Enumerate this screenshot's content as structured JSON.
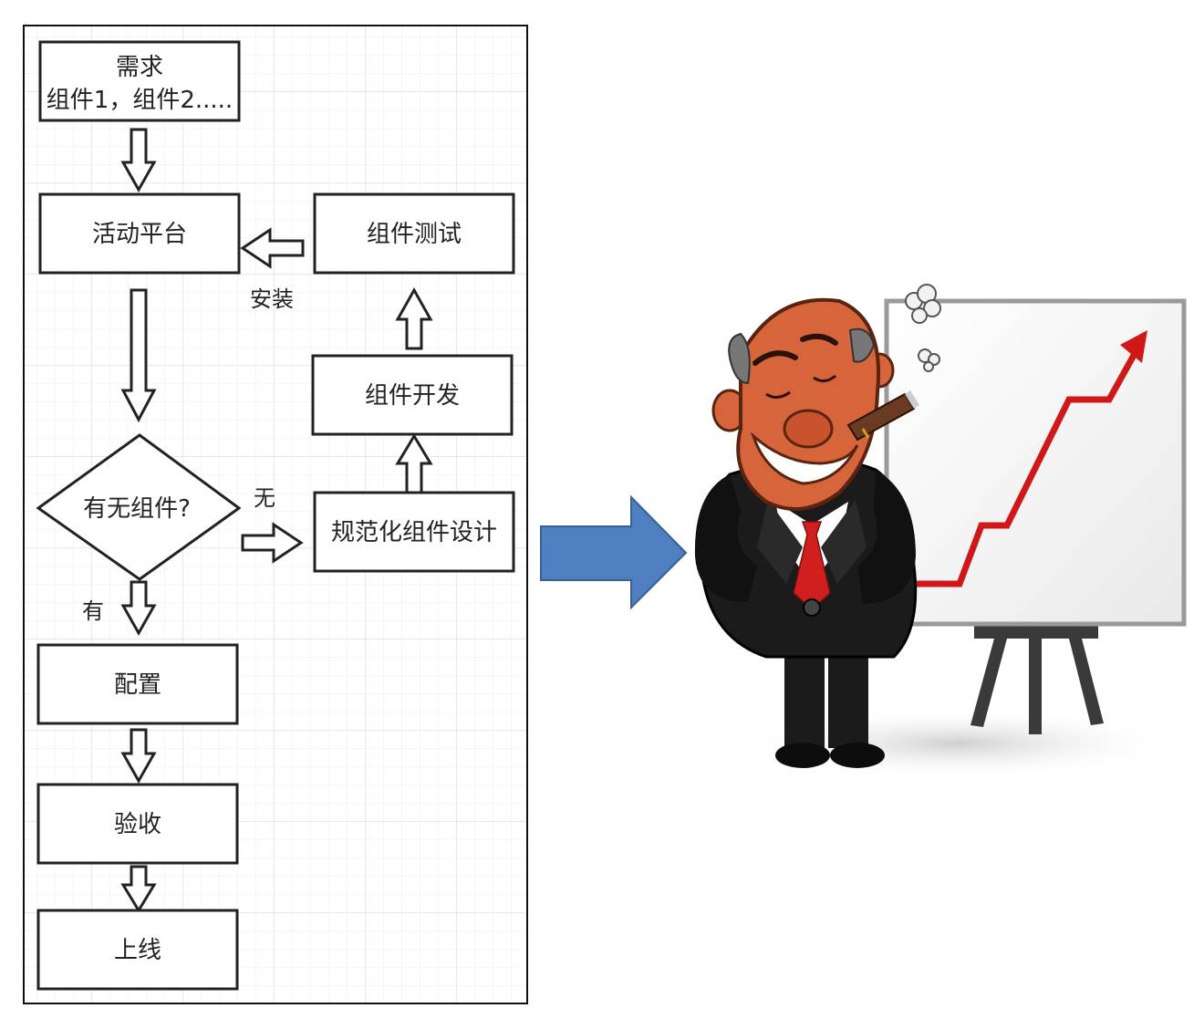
{
  "flowchart": {
    "nodes": {
      "requirements": {
        "lines": [
          "需求",
          "组件1，组件2....."
        ]
      },
      "activity_platform": {
        "label": "活动平台"
      },
      "component_test": {
        "label": "组件测试"
      },
      "component_dev": {
        "label": "组件开发"
      },
      "has_component": {
        "label": "有无组件?"
      },
      "standard_design": {
        "label": "规范化组件设计"
      },
      "configure": {
        "label": "配置"
      },
      "acceptance": {
        "label": "验收"
      },
      "go_live": {
        "label": "上线"
      }
    },
    "edge_labels": {
      "install": "安装",
      "none": "无",
      "has": "有"
    }
  },
  "colors": {
    "big_arrow": "#4f7fc0",
    "big_arrow_stroke": "#3a5f95",
    "trend_line": "#d01818",
    "suit": "#1b1b1b",
    "skin": "#d6653b",
    "tie": "#d11f1f",
    "whiteboard": "#f4f4f4",
    "easel": "#3a3a3a"
  },
  "illustration": {
    "subject": "cartoon-businessman-with-growth-chart",
    "icons": [
      "big-right-arrow-icon",
      "rising-trend-arrow-icon",
      "cigar-icon",
      "smoke-puff-icon"
    ]
  }
}
